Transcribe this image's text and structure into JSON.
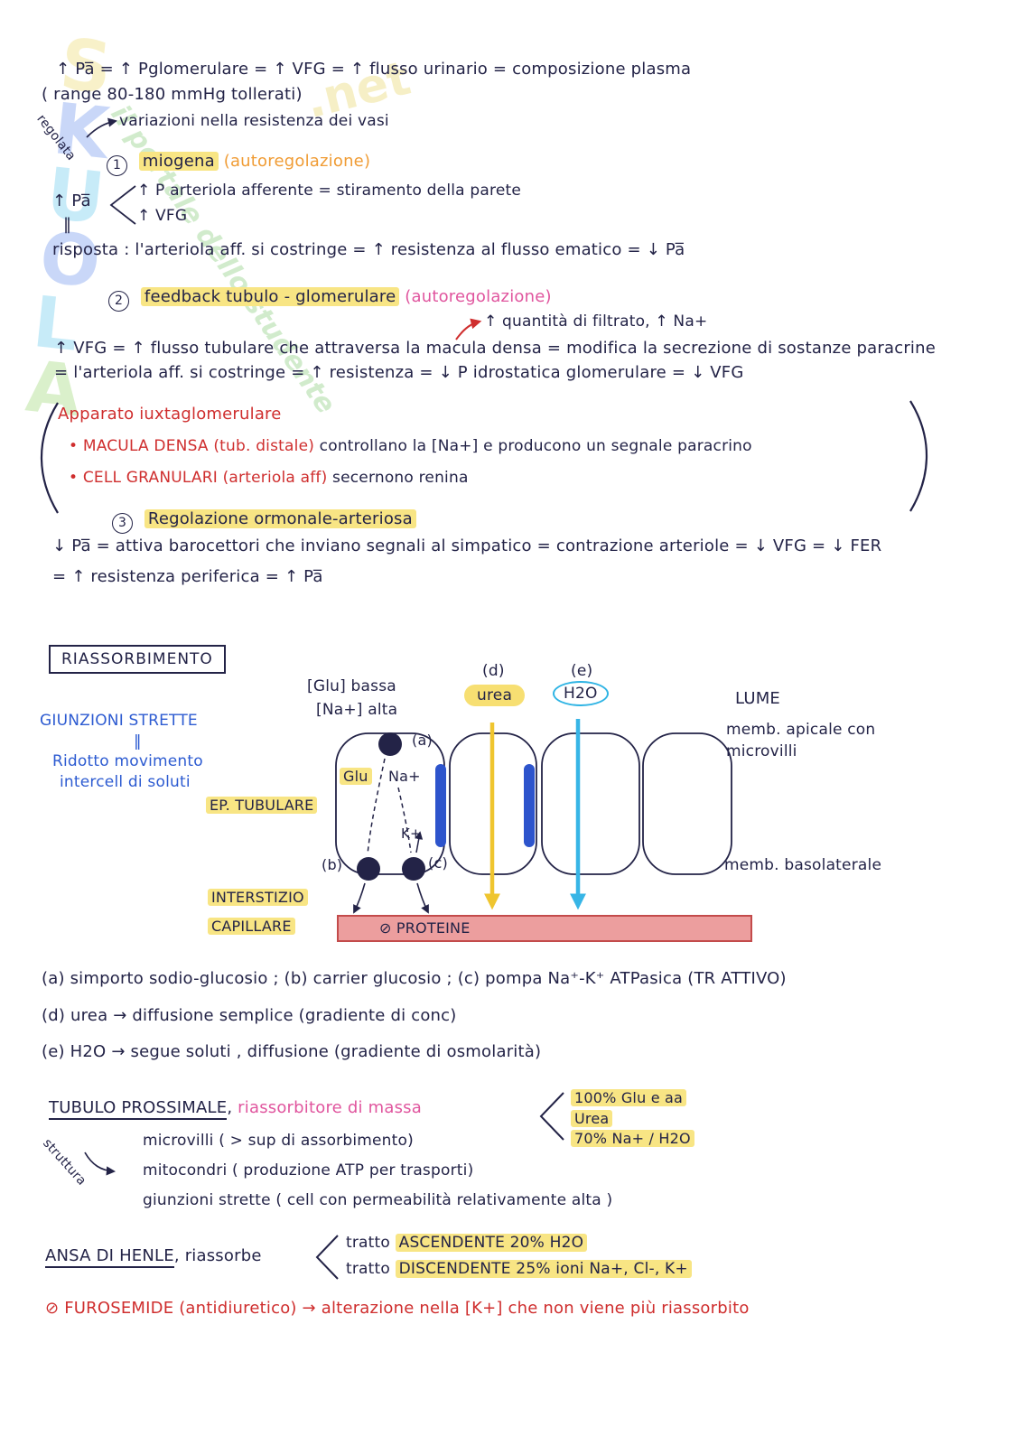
{
  "watermark": {
    "letters": [
      "S",
      "K",
      "U",
      "O",
      "L",
      "A"
    ],
    "suffix": ".net",
    "tagline": "il portale dello studente"
  },
  "intro": {
    "equation": "↑ Pa̅ = ↑ Pglomerulare = ↑ VFG = ↑ flusso urinario = composizione plasma",
    "range": "( range 80-180 mmHg tollerati)",
    "regolata": "regolata",
    "variazioni": "variazioni nella resistenza dei vasi"
  },
  "miogena": {
    "number": "1",
    "title": "miogena",
    "subtitle": "(autoregolazione)",
    "pa": "↑ Pa̅",
    "parallel": "‖",
    "branch_top": "↑ P arteriola afferente = stiramento della parete",
    "branch_bottom": "↑ VFG",
    "risposta": "risposta : l'arteriola aff. si costringe = ↑ resistenza al flusso ematico = ↓ Pa̅"
  },
  "feedback": {
    "number": "2",
    "title": "feedback tubulo - glomerulare",
    "subtitle": "(autoregolazione)",
    "annotation": "↑ quantità di filtrato, ↑ Na+",
    "body": "↑ VFG = ↑ flusso tubulare che attraversa la macula densa = modifica la secrezione di sostanze paracrine = l'arteriola aff. si costringe = ↑ resistenza = ↓ P idrostatica glomerulare = ↓ VFG"
  },
  "apparato": {
    "title": "Apparato iuxtaglomerulare",
    "items": [
      {
        "label": "• MACULA DENSA (tub. distale) ",
        "text": "controllano la [Na+] e producono un segnale paracrino"
      },
      {
        "label": "• CELL GRANULARI (arteriola aff) ",
        "text": "secernono renina"
      }
    ]
  },
  "ormonale": {
    "number": "3",
    "title": "Regolazione ormonale-arteriosa",
    "line1": "↓ Pa̅ = attiva barocettori che inviano segnali al simpatico = contrazione arteriole = ↓ VFG = ↓ FER",
    "line2": "= ↑ resistenza periferica = ↑ Pa̅"
  },
  "riassorbimento": {
    "box_title": "RIASSORBIMENTO",
    "giunzioni": [
      "GIUNZIONI STRETTE",
      "‖",
      "Ridotto movimento",
      "intercell di soluti"
    ],
    "diagram": {
      "glu_bassa": "[Glu] bassa",
      "na_alta": "[Na+] alta",
      "d": "(d)",
      "urea": "urea",
      "e": "(e)",
      "h2o": "H2O",
      "lume": "LUME",
      "memb_apicale": "memb. apicale con microvilli",
      "a": "(a)",
      "glu": "Glu",
      "na": "Na+",
      "ep_tubulare": "EP. TUBULARE",
      "k": "K+",
      "b": "(b)",
      "c": "(c)",
      "memb_basolaterale": "memb. basolaterale",
      "interstizio": "INTERSTIZIO",
      "capillare": "CAPILLARE",
      "proteine": "⊘ PROTEINE"
    },
    "legend": [
      "(a) simporto sodio-glucosio ; (b) carrier glucosio ; (c) pompa Na⁺-K⁺ ATPasica (TR ATTIVO)",
      "(d) urea → diffusione semplice (gradiente di conc)",
      "(e) H2O → segue soluti , diffusione (gradiente di osmolarità)"
    ]
  },
  "tubulo": {
    "title": "TUBULO PROSSIMALE",
    "comma": ", ",
    "subtitle": "riassorbitore di massa",
    "highlights": [
      "100% Glu e aa",
      "Urea",
      "70% Na+ / H2O"
    ],
    "struttura": "struttura",
    "items": [
      "microvilli ( > sup di assorbimento)",
      "mitocondri ( produzione ATP per trasporti)",
      "giunzioni strette ( cell con permeabilità relativamente alta )"
    ]
  },
  "ansa": {
    "title": "ANSA DI HENLE",
    "comma": ", ",
    "subtitle": "riassorbe",
    "tratto1_plain": "tratto ",
    "tratto1_hl": "ASCENDENTE 20% H2O",
    "tratto2_plain": "tratto ",
    "tratto2_hl": "DISCENDENTE 25% ioni Na+, Cl-, K+",
    "furosemide": "⊘ FUROSEMIDE (antidiuretico) → alterazione nella [K+] che non viene più riassorbito"
  }
}
